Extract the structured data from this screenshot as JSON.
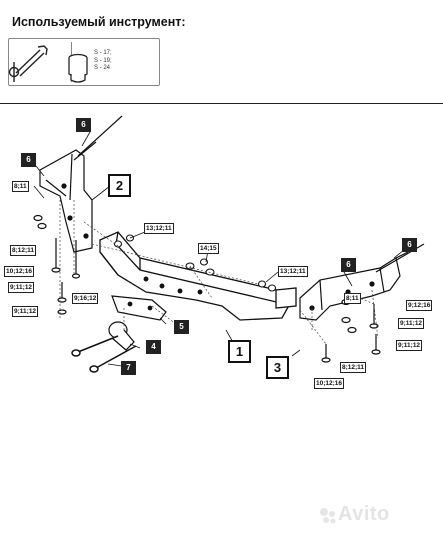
{
  "header": {
    "title": "Используемый инструмент:"
  },
  "tools": {
    "wrench_icon": "wrench-icon",
    "socket_icon": "socket-icon",
    "sizes": [
      "S - 17;",
      "S - 19;",
      "S - 24"
    ]
  },
  "parts": {
    "p1": "1",
    "p2": "2",
    "p3": "3",
    "p4": "4",
    "p5": "5",
    "p6a": "6",
    "p6b": "6",
    "p6c": "6",
    "p6d": "6",
    "p7": "7"
  },
  "fasteners": {
    "f_8_11_left": "8;11",
    "f_8_12_11_left": "8;12;11",
    "f_10_12_16_left": "10;12;16",
    "f_9_11_12_left": "9;11;12",
    "f_9_11_12_left_low": "9;11;12",
    "f_9_16_12": "9;16;12",
    "f_13_12_11_top": "13;12;11",
    "f_14_15": "14;15",
    "f_13_12_11_right": "13;12;11",
    "f_8_11_right": "8;11",
    "f_9_12_16_right": "9;12;16",
    "f_9_11_12_right_a": "9;11;12",
    "f_9_11_12_right_b": "9;11;12",
    "f_8_12_11_right": "8;12;11",
    "f_10_12_16_right": "10;12;16"
  },
  "watermark": {
    "text": "Avito"
  }
}
